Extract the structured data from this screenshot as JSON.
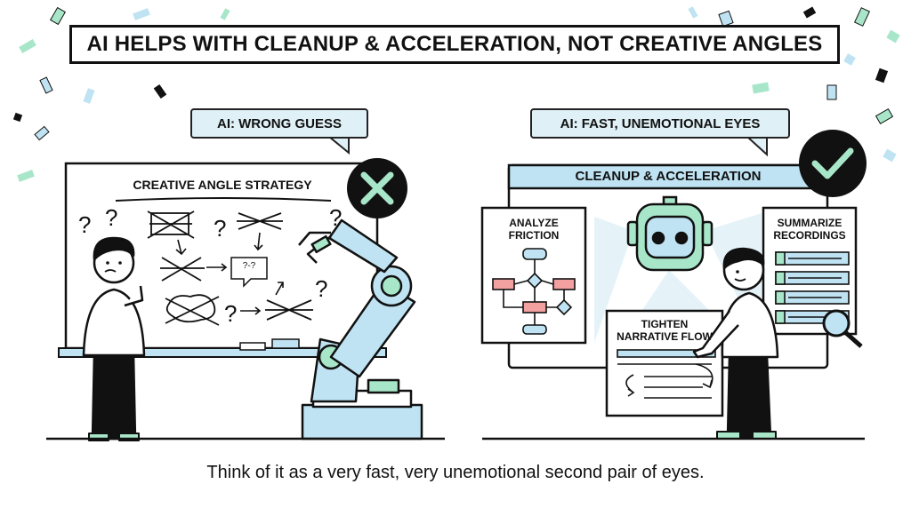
{
  "title": "AI HELPS WITH CLEANUP & ACCELERATION, NOT CREATIVE ANGLES",
  "left_panel": {
    "bubble": "AI: WRONG GUESS",
    "board_title": "CREATIVE ANGLE STRATEGY",
    "note": "?-?",
    "status_icon": "x-icon"
  },
  "right_panel": {
    "bubble": "AI: FAST, UNEMOTIONAL EYES",
    "window_title": "CLEANUP & ACCELERATION",
    "analyze": "ANALYZE FRICTION",
    "summarize": "SUMMARIZE RECORDINGS",
    "tighten": "TIGHTEN NARRATIVE FLOW",
    "status_icon": "check-icon"
  },
  "caption": "Think of it as a very fast, very unemotional second pair of eyes.",
  "colors": {
    "light_blue": "#bfe3f2",
    "pale_blue": "#dff0f7",
    "mint": "#a8e6c9",
    "salmon": "#f2a0a0",
    "ink": "#111111"
  }
}
